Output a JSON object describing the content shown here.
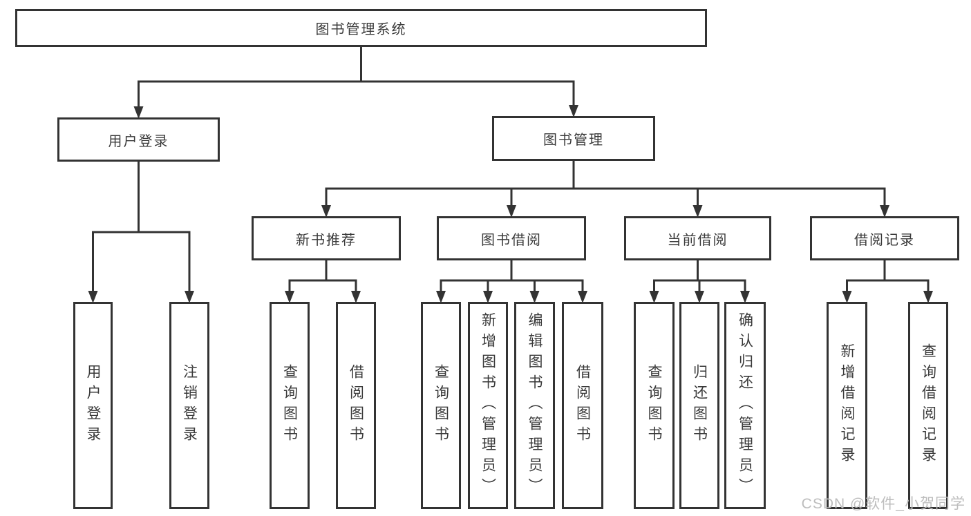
{
  "diagram": {
    "nodes": [
      {
        "id": "root",
        "label": "图书管理系统"
      },
      {
        "id": "user-login-branch",
        "label": "用户登录"
      },
      {
        "id": "book-management-branch",
        "label": "图书管理"
      },
      {
        "id": "new-book-recommend",
        "label": "新书推荐"
      },
      {
        "id": "book-borrowing",
        "label": "图书借阅"
      },
      {
        "id": "current-borrowing",
        "label": "当前借阅"
      },
      {
        "id": "borrowing-records",
        "label": "借阅记录"
      },
      {
        "id": "user-login",
        "label": "用户登录"
      },
      {
        "id": "logout-login",
        "label": "注销登录"
      },
      {
        "id": "recommend-query-books",
        "label": "查询图书"
      },
      {
        "id": "recommend-borrow-books",
        "label": "借阅图书"
      },
      {
        "id": "borrowing-query-books",
        "label": "查询图书"
      },
      {
        "id": "borrowing-add-books",
        "label": "新增图书（管理员）"
      },
      {
        "id": "borrowing-edit-books",
        "label": "编辑图书（管理员）"
      },
      {
        "id": "borrowing-borrow-books",
        "label": "借阅图书"
      },
      {
        "id": "current-query-books",
        "label": "查询图书"
      },
      {
        "id": "current-return-books",
        "label": "归还图书"
      },
      {
        "id": "current-confirm-return",
        "label": "确认归还（管理员）"
      },
      {
        "id": "records-add-record",
        "label": "新增借阅记录"
      },
      {
        "id": "records-query-record",
        "label": "查询借阅记录"
      }
    ],
    "hierarchy": {
      "root": [
        "user-login-branch",
        "book-management-branch"
      ],
      "user-login-branch": [
        "user-login",
        "logout-login"
      ],
      "book-management-branch": [
        "new-book-recommend",
        "book-borrowing",
        "current-borrowing",
        "borrowing-records"
      ],
      "new-book-recommend": [
        "recommend-query-books",
        "recommend-borrow-books"
      ],
      "book-borrowing": [
        "borrowing-query-books",
        "borrowing-add-books",
        "borrowing-edit-books",
        "borrowing-borrow-books"
      ],
      "current-borrowing": [
        "current-query-books",
        "current-return-books",
        "current-confirm-return"
      ],
      "borrowing-records": [
        "records-add-record",
        "records-query-record"
      ]
    }
  },
  "watermark": "CSDN @软件_小贺同学",
  "colors": {
    "line": "#333333",
    "text": "#3a3a3a",
    "background": "#ffffff",
    "watermark": "#bdbdbd"
  }
}
